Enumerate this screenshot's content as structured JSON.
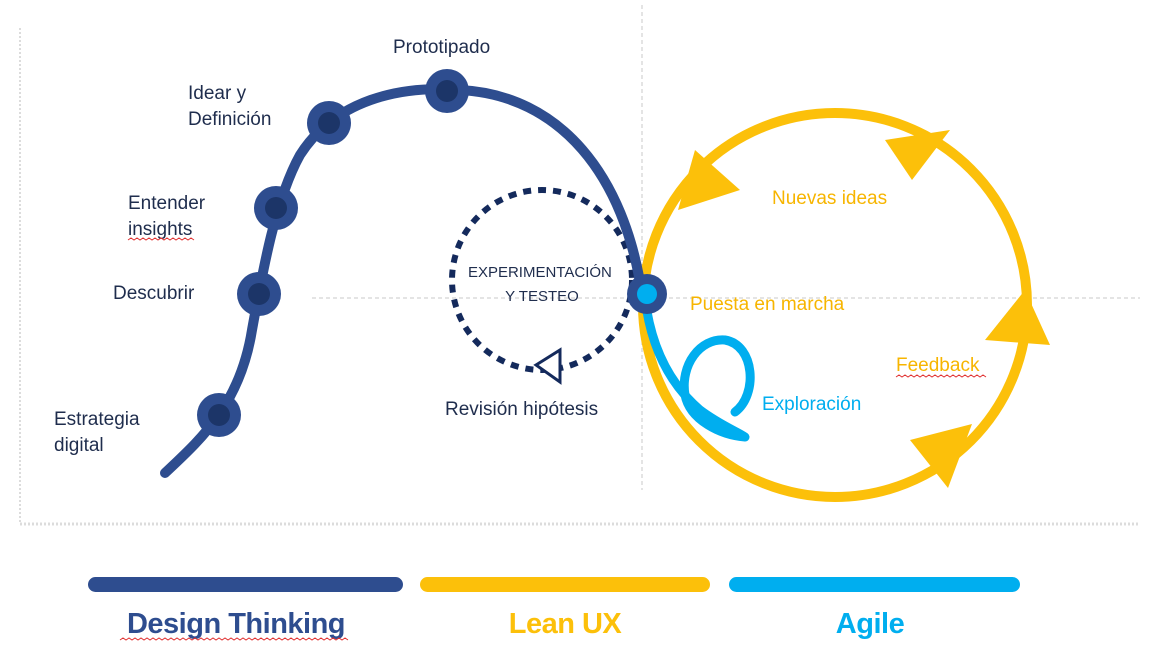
{
  "colors": {
    "design_thinking": "#2e4d8f",
    "node_fill": "#1c3568",
    "lean_ux": "#fcc00a",
    "agile": "#00aeef",
    "dotted_loop": "#142a5c",
    "label_dark": "#1f2d4d"
  },
  "stages": {
    "estrategia": [
      "Estrategia",
      "digital"
    ],
    "descubrir": "Descubrir",
    "entender": [
      "Entender",
      "insights"
    ],
    "idear": [
      "Idear y",
      "Definición"
    ],
    "prototipado": "Prototipado"
  },
  "experimentation": {
    "title_line1": "EXPERIMENTACIÓN",
    "title_line2": "Y TESTEO",
    "review": "Revisión hipótesis"
  },
  "agile_cycle": {
    "nuevas_ideas": "Nuevas ideas",
    "puesta_en_marcha": "Puesta en marcha",
    "feedback": "Feedback",
    "exploracion": "Exploración"
  },
  "legend": [
    {
      "label": "Design Thinking",
      "color": "#2e4d8f"
    },
    {
      "label": "Lean UX",
      "color": "#fcc00a"
    },
    {
      "label": "Agile",
      "color": "#00aeef"
    }
  ],
  "icons": {
    "stage_node": "circle-node-icon",
    "cycle_direction": "triangle-arrow-icon",
    "review_direction": "triangle-outline-arrow-icon"
  }
}
